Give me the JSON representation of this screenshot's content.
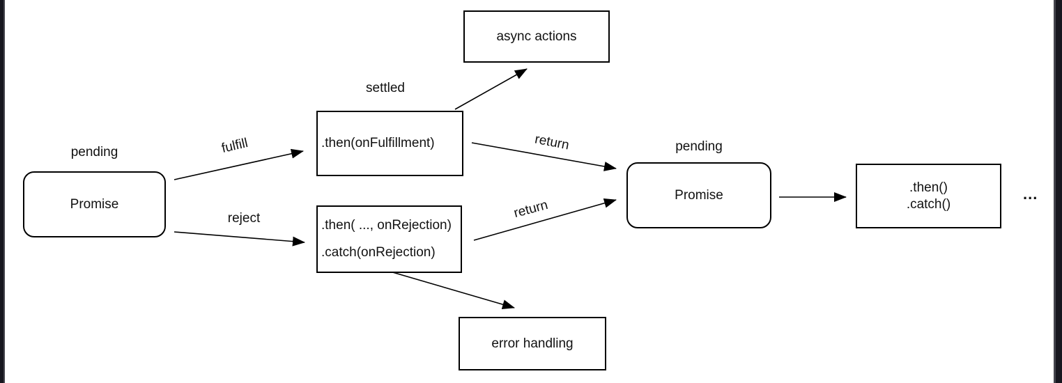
{
  "diagram": {
    "type": "flowchart",
    "topic": "JavaScript Promise lifecycle",
    "nodes": {
      "left_promise": {
        "label": "Promise",
        "state_label": "pending",
        "shape": "rounded-rectangle"
      },
      "then_fulfillment": {
        "label": ".then(onFulfillment)",
        "state_label": "settled",
        "shape": "rectangle"
      },
      "async_actions": {
        "label": "async actions",
        "shape": "rectangle"
      },
      "then_catch_rejection": {
        "line1": ".then( ..., onRejection)",
        "line2": ".catch(onRejection)",
        "shape": "rectangle"
      },
      "error_handling": {
        "label": "error handling",
        "shape": "rectangle"
      },
      "right_promise": {
        "label": "Promise",
        "state_label": "pending",
        "shape": "rounded-rectangle"
      },
      "then_catch_chain": {
        "line1": ".then()",
        "line2": ".catch()",
        "shape": "rectangle"
      },
      "ellipsis": {
        "label": "...",
        "shape": "text"
      }
    },
    "edges": [
      {
        "from": "left_promise",
        "to": "then_fulfillment",
        "label": "fulfill"
      },
      {
        "from": "left_promise",
        "to": "then_catch_rejection",
        "label": "reject"
      },
      {
        "from": "then_fulfillment",
        "to": "async_actions",
        "label": ""
      },
      {
        "from": "then_fulfillment",
        "to": "right_promise",
        "label": "return"
      },
      {
        "from": "then_catch_rejection",
        "to": "right_promise",
        "label": "return"
      },
      {
        "from": "then_catch_rejection",
        "to": "error_handling",
        "label": ""
      },
      {
        "from": "right_promise",
        "to": "then_catch_chain",
        "label": ""
      }
    ],
    "colors": {
      "background": "#ffffff",
      "node_fill": "#ffffff",
      "node_border": "#000000",
      "text": "#111111",
      "arrow": "#000000",
      "frame_dark": "#17171f",
      "frame_gray": "#44444c"
    }
  }
}
